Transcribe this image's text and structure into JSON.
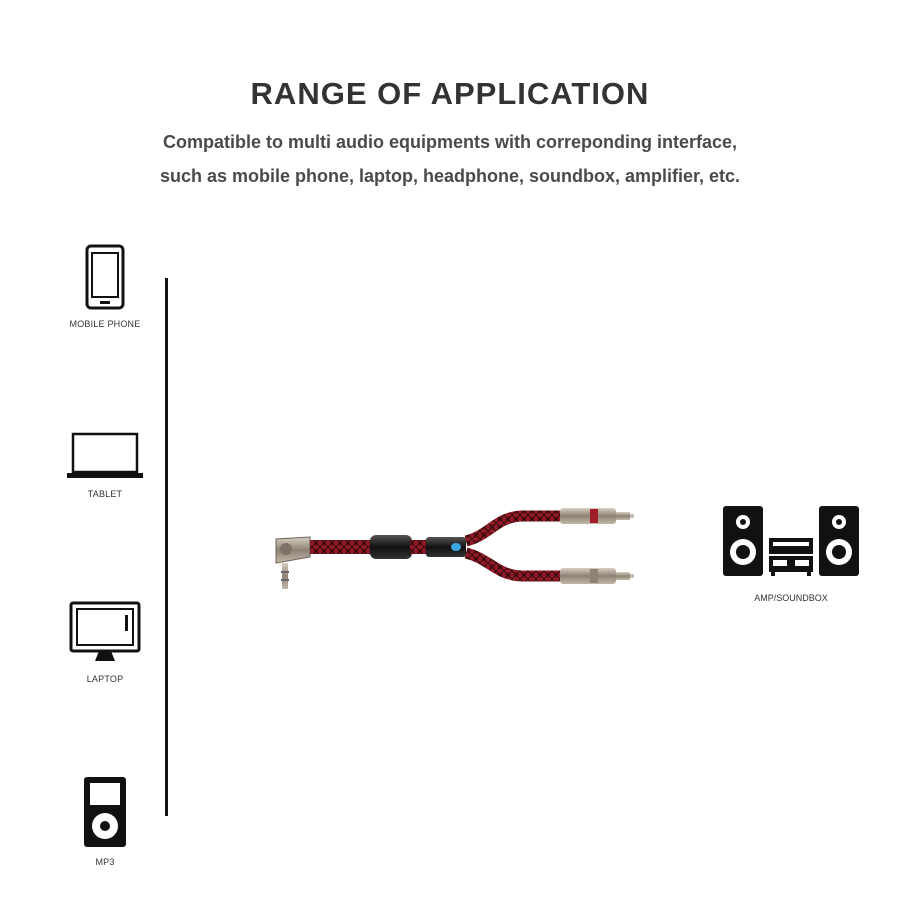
{
  "header": {
    "title": "RANGE OF APPLICATION",
    "subtitle_line1": "Compatible to multi audio equipments with correponding interface,",
    "subtitle_line2": "such as mobile phone, laptop, headphone, soundbox, amplifier, etc."
  },
  "devices": [
    {
      "icon": "mobile-phone-icon",
      "label": "MOBILE PHONE"
    },
    {
      "icon": "laptop-icon",
      "label": "TABLET"
    },
    {
      "icon": "monitor-icon",
      "label": "LAPTOP"
    },
    {
      "icon": "mp3-player-icon",
      "label": "MP3"
    }
  ],
  "amp": {
    "icon": "amp-soundbox-icon",
    "label": "AMP/SOUNDBOX"
  },
  "colors": {
    "braid_red": "#8e1a22",
    "braid_dark": "#2a0a0c",
    "metal": "#b7aa9a",
    "accent_blue": "#3aa6e0"
  }
}
